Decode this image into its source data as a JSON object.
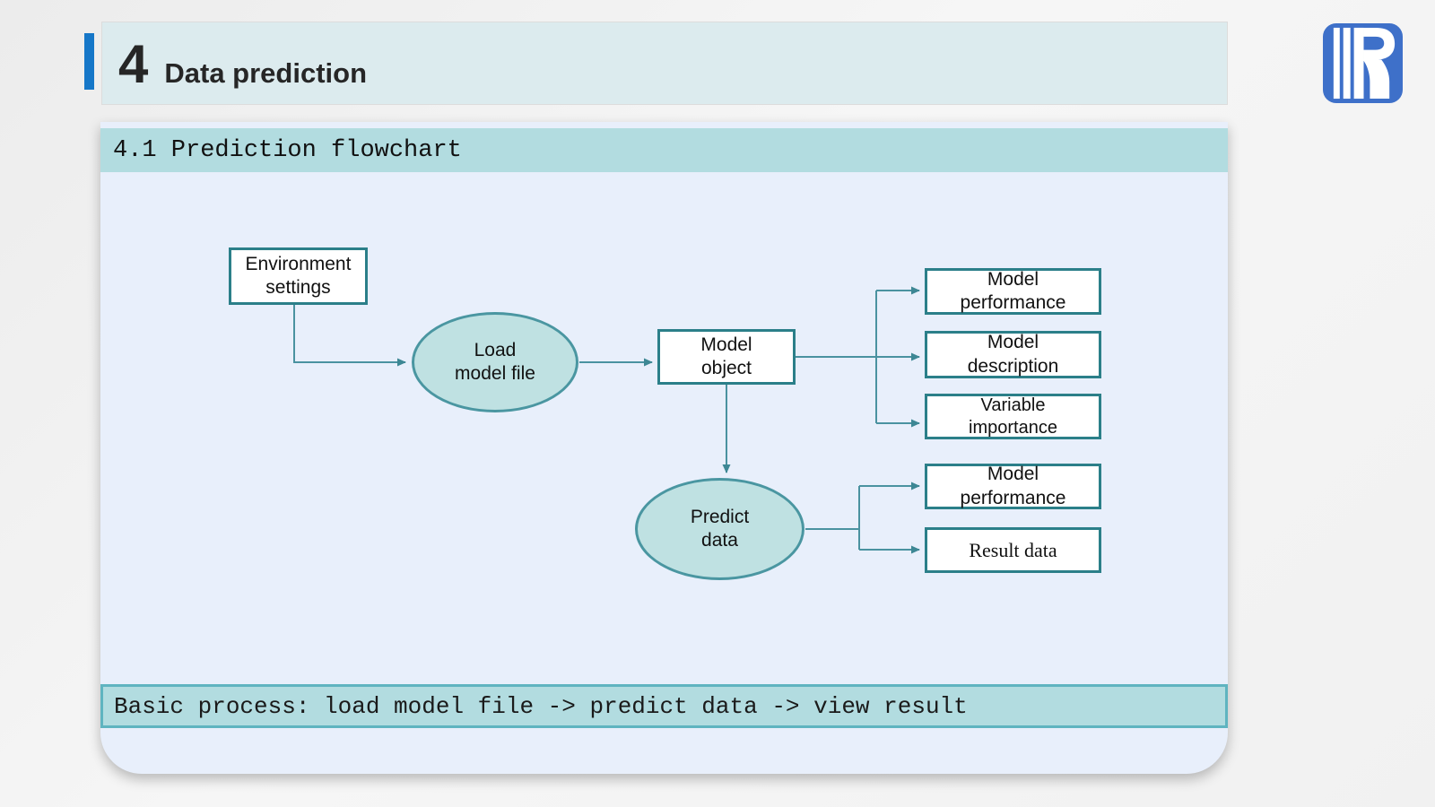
{
  "header": {
    "number": "4",
    "title": "Data prediction"
  },
  "logo": {
    "letter": "R"
  },
  "subsection": {
    "title": "4.1 Prediction flowchart"
  },
  "footer": {
    "text": "Basic process: load model file -> predict data -> view result"
  },
  "flowchart": {
    "nodes": {
      "environment_settings": {
        "label": "Environment\nsettings",
        "shape": "rectangle"
      },
      "load_model_file": {
        "label": "Load\nmodel file",
        "shape": "ellipse"
      },
      "model_object": {
        "label": "Model\nobject",
        "shape": "rectangle"
      },
      "model_performance_top": {
        "label": "Model\nperformance",
        "shape": "rectangle"
      },
      "model_description": {
        "label": "Model\ndescription",
        "shape": "rectangle"
      },
      "variable_importance": {
        "label": "Variable\nimportance",
        "shape": "rectangle"
      },
      "predict_data": {
        "label": "Predict\ndata",
        "shape": "ellipse"
      },
      "model_performance_bottom": {
        "label": "Model\nperformance",
        "shape": "rectangle"
      },
      "result_data": {
        "label": "Result data",
        "shape": "rectangle"
      }
    },
    "edges": [
      "environment_settings -> load_model_file",
      "load_model_file -> model_object",
      "model_object -> model_performance_top",
      "model_object -> model_description",
      "model_object -> variable_importance",
      "model_object -> predict_data",
      "predict_data -> model_performance_bottom",
      "predict_data -> result_data"
    ]
  },
  "colors": {
    "accent_blue": "#1677c8",
    "logo_blue": "#3e70c9",
    "header_band": "#dcebee",
    "panel": "#e8effb",
    "teal_band": "#b2dce0",
    "bar_border": "#5fb4c0",
    "node_border": "#2b7f89",
    "ellipse_fill": "#bfe1e2",
    "ellipse_border": "#4a96a1",
    "arrow": "#4a92a0"
  }
}
